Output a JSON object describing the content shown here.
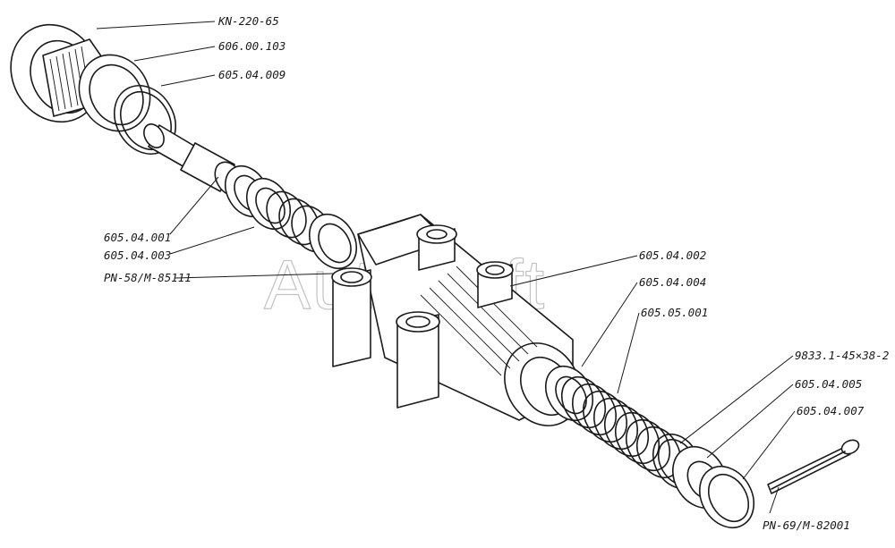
{
  "diagram": {
    "watermark": "AutoSoft",
    "labels": [
      {
        "id": "cap",
        "text": "KN-220-65"
      },
      {
        "id": "ring1",
        "text": "606.00.103"
      },
      {
        "id": "ring2",
        "text": "605.04.009"
      },
      {
        "id": "piston",
        "text": "605.04.001"
      },
      {
        "id": "cup",
        "text": "605.04.003"
      },
      {
        "id": "fitting",
        "text": "PN-58/M-85111"
      },
      {
        "id": "body",
        "text": "605.04.002"
      },
      {
        "id": "seal",
        "text": "605.04.004"
      },
      {
        "id": "spring",
        "text": "605.05.001"
      },
      {
        "id": "oring",
        "text": "9833.1-45×38-2"
      },
      {
        "id": "washer",
        "text": "605.04.005"
      },
      {
        "id": "circlip",
        "text": "605.04.007"
      },
      {
        "id": "pin",
        "text": "PN-69/M-82001"
      }
    ]
  }
}
